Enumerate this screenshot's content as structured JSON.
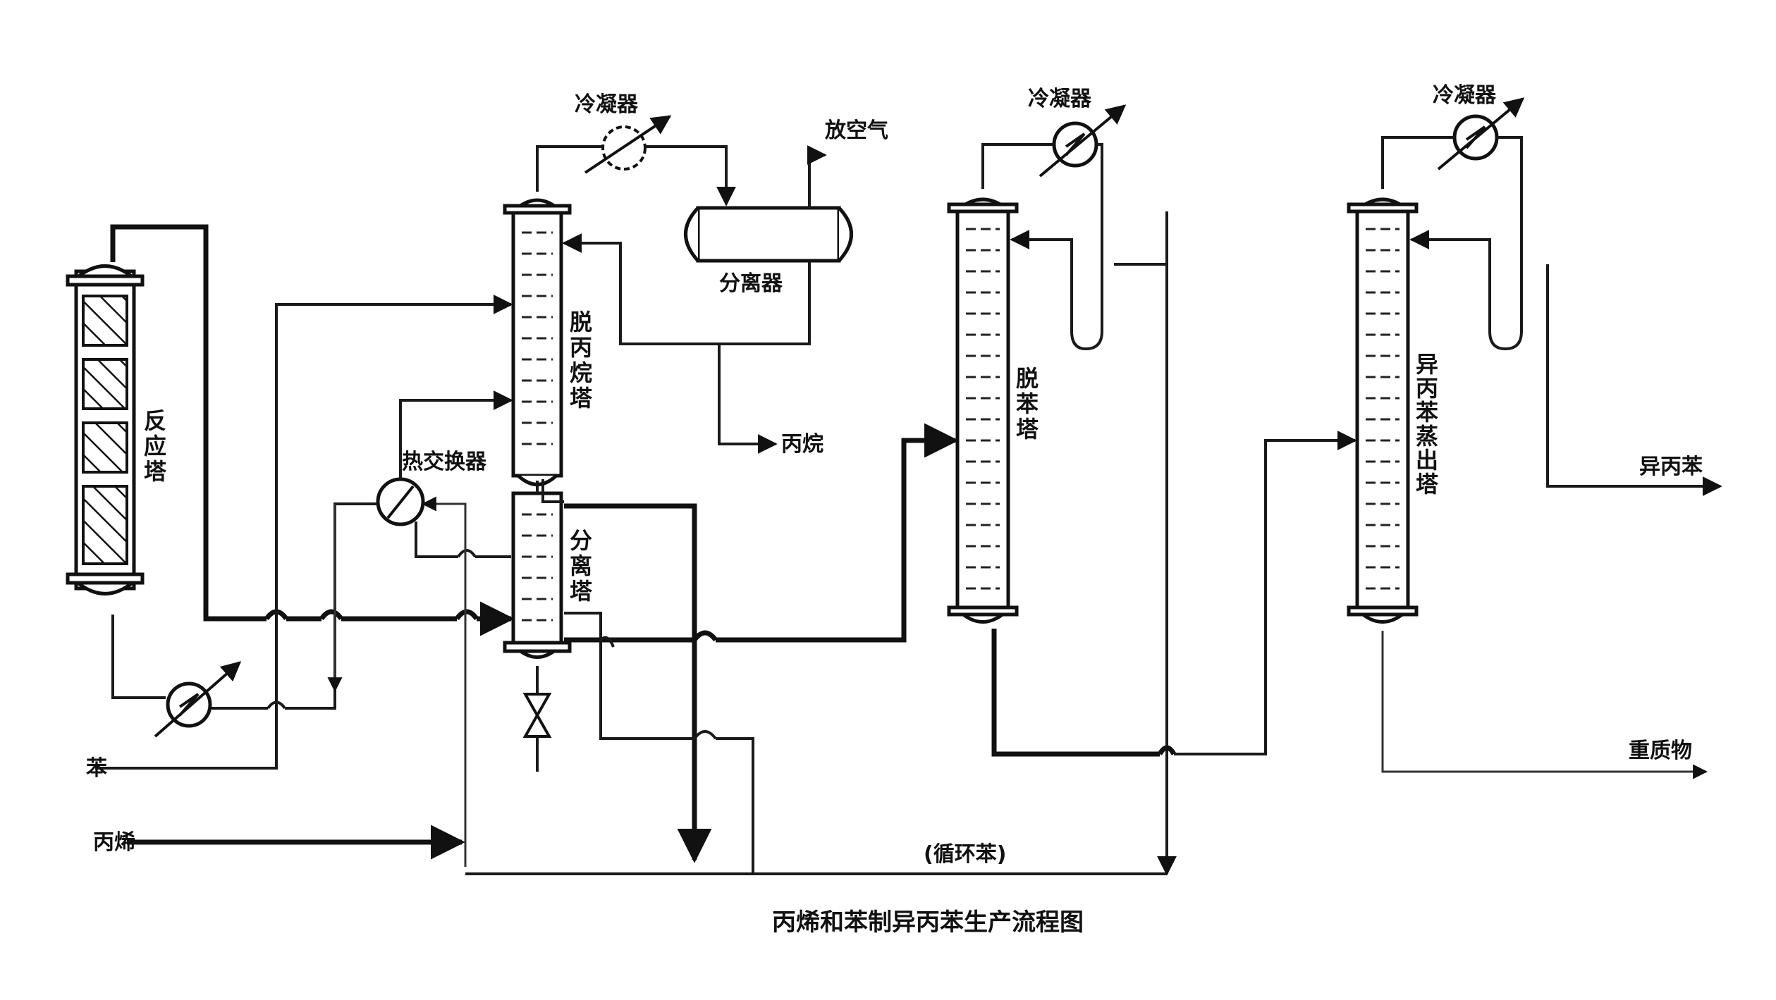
{
  "title": "丙烯和苯制异丙苯生产流程图",
  "equipment": {
    "reactor": "反应塔",
    "depropanizer": "脱丙烷塔",
    "separator_tower": "分离塔",
    "debenzenizer": "脱苯塔",
    "cumene_tower": "异丙苯蒸出塔",
    "heat_exchanger": "热交换器",
    "separator_drum": "分离器",
    "condenser_1": "冷凝器",
    "condenser_2": "冷凝器",
    "condenser_3": "冷凝器"
  },
  "streams": {
    "benzene_in": "苯",
    "propylene_in": "丙烯",
    "vent_gas": "放空气",
    "propane_out": "丙烷",
    "cumene_out": "异丙苯",
    "heavies_out": "重质物",
    "recycle_benzene": "(循环苯)"
  },
  "colors": {
    "line": "#111111",
    "background": "#ffffff"
  }
}
